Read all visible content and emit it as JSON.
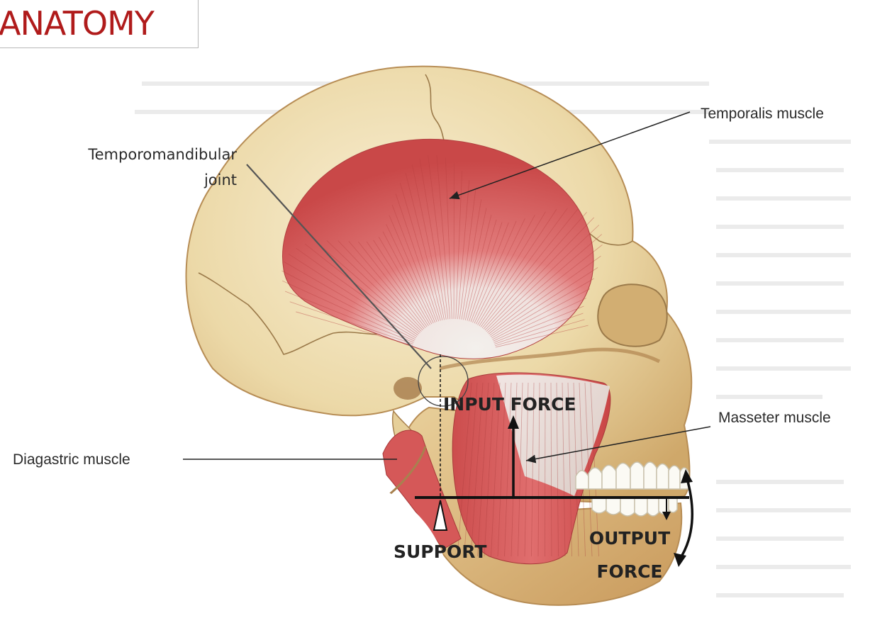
{
  "title": "ANATOMY",
  "labels": {
    "tmj_line1": "Temporomandibular",
    "tmj_line2": "joint",
    "temporalis": "Temporalis muscle",
    "masseter": "Masseter muscle",
    "diagastric": "Diagastric muscle",
    "input_force": "INPUT FORCE",
    "support": "SUPPORT",
    "output_force_line1": "OUTPUT",
    "output_force_line2": "FORCE"
  },
  "colors": {
    "title_red": "#b01b1b",
    "bone": "#ead7a4",
    "muscle": "#d85c5c",
    "tendon": "#f1eeea"
  }
}
